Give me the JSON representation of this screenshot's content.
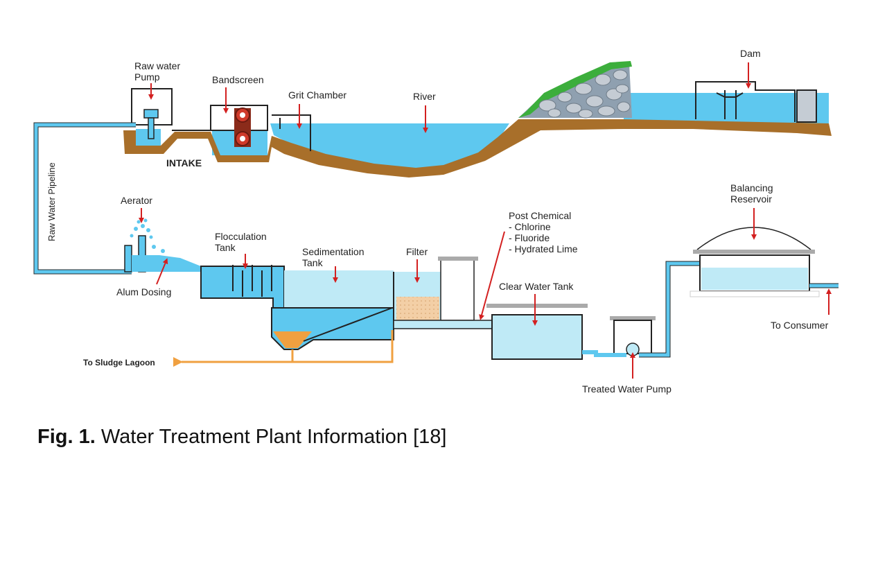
{
  "diagram": {
    "colors": {
      "water": "#5ec8ef",
      "water_light": "#bfeaf6",
      "earth": "#a86f2a",
      "sludge": "#f0a040",
      "arrow": "#d32020",
      "pipe": "#222222",
      "grass": "#3cae3c",
      "sand": "#f3cfa6"
    },
    "labels": {
      "raw_water_pump": [
        "Raw water",
        "Pump"
      ],
      "bandscreen": "Bandscreen",
      "grit_chamber": "Grit Chamber",
      "river": "River",
      "dam": "Dam",
      "intake": "INTAKE",
      "raw_water_pipeline": "Raw Water Pipeline",
      "aerator": "Aerator",
      "alum_dosing": "Alum Dosing",
      "flocculation_tank": [
        "Flocculation",
        "Tank"
      ],
      "sedimentation_tank": [
        "Sedimentation",
        "Tank"
      ],
      "filter": "Filter",
      "post_chemical": [
        "Post Chemical",
        "- Chlorine",
        "- Fluoride",
        "- Hydrated Lime"
      ],
      "clear_water_tank": "Clear Water Tank",
      "balancing_reservoir": [
        "Balancing",
        "Reservoir"
      ],
      "to_consumer": "To Consumer",
      "to_sludge_lagoon": "To Sludge Lagoon",
      "treated_water_pump": "Treated Water Pump"
    }
  },
  "caption": {
    "prefix": "Fig. 1.",
    "text": " Water Treatment Plant Information [18]"
  }
}
